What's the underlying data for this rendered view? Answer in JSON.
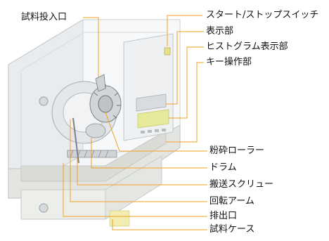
{
  "labels": {
    "sample_inlet": "試料投入口",
    "start_stop_switch": "スタート/ストップスイッチ",
    "display": "表示部",
    "histogram_display": "ヒストグラム表示部",
    "key_operation": "キー操作部",
    "crushing_roller": "粉砕ローラー",
    "drum": "ドラム",
    "conveyor_screw": "搬送スクリュー",
    "rotating_arm": "回転アーム",
    "outlet": "排出口",
    "sample_case": "試料ケース"
  },
  "colors": {
    "leader_line": "#f0a21e",
    "cabinet_glass": "#eef1f2",
    "cabinet_edge": "#c9cdd0",
    "panel_accent": "#e6e89a"
  }
}
